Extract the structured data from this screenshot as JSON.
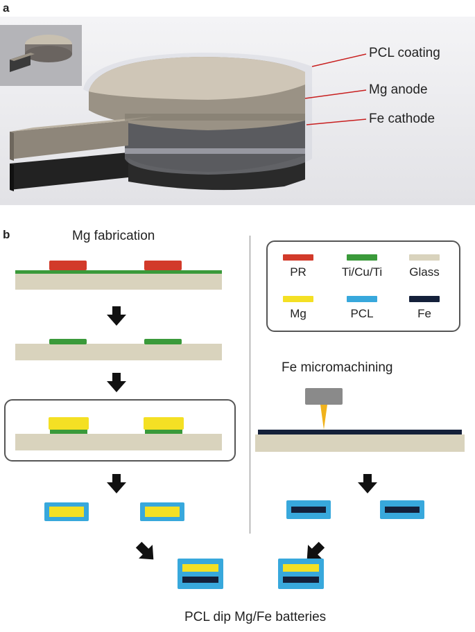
{
  "panel_a": {
    "letter": "a",
    "callouts": [
      "PCL coating",
      "Mg anode",
      "Fe cathode"
    ]
  },
  "panel_b": {
    "letter": "b",
    "left_title": "Mg fabrication",
    "right_title": "Fe micromachining",
    "bottom_title": "PCL dip Mg/Fe batteries",
    "legend": [
      {
        "label": "PR",
        "color": "#d23a2a"
      },
      {
        "label": "Ti/Cu/Ti",
        "color": "#3a9a3a"
      },
      {
        "label": "Glass",
        "color": "#d9d3bd"
      },
      {
        "label": "Mg",
        "color": "#f4e024"
      },
      {
        "label": "PCL",
        "color": "#38a8dc"
      },
      {
        "label": "Fe",
        "color": "#14203a"
      }
    ]
  }
}
